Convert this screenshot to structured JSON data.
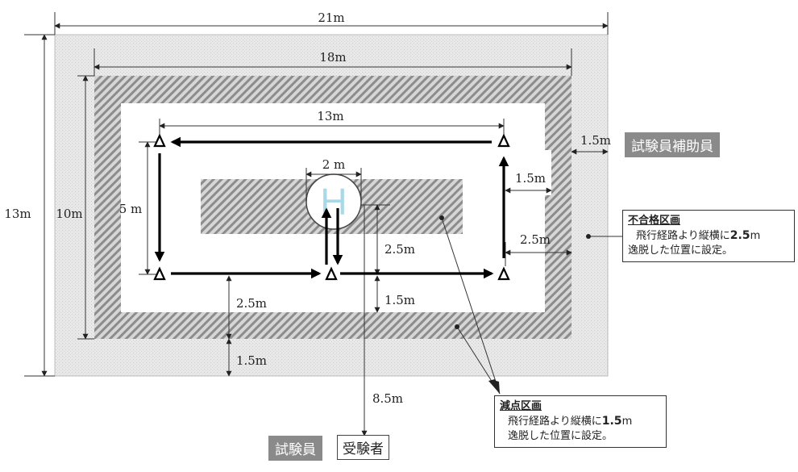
{
  "dimensions": {
    "outer_width": "21m",
    "outer_height": "13m",
    "inner_width": "18m",
    "inner_height": "10m",
    "path_width": "13m",
    "path_height": "5 m",
    "heliport": "2 m",
    "margin_outer_right": "1.5m",
    "margin_inner_right_upper": "1.5m",
    "margin_inner_right_lower": "2.5m",
    "center_up": "2.5m",
    "center_down": "1.5m",
    "bottom_offset": "2.5m",
    "bottom_margin": "1.5m",
    "examiner_distance": "8.5m"
  },
  "heliport_symbol": "H",
  "labels": {
    "assistant": "試験員補助員",
    "examiner": "試験員",
    "examinee": "受験者"
  },
  "fail_zone": {
    "title": "不合格区画",
    "line1_pre": "飛行経路より縦横に",
    "line1_value": "2.5",
    "line1_post": "m",
    "line2": "逸脱した位置に設定。"
  },
  "deduct_zone": {
    "title": "減点区画",
    "line1_pre": "飛行経路より縦横に",
    "line1_value": "1.5",
    "line1_post": "m",
    "line2": "逸脱した位置に設定。"
  },
  "colors": {
    "outer_area": "#e6e6e6",
    "hatch": "#8c8c8c",
    "heliport_h": "#a9d8e6",
    "tag_dark": "#8a8a8a"
  }
}
